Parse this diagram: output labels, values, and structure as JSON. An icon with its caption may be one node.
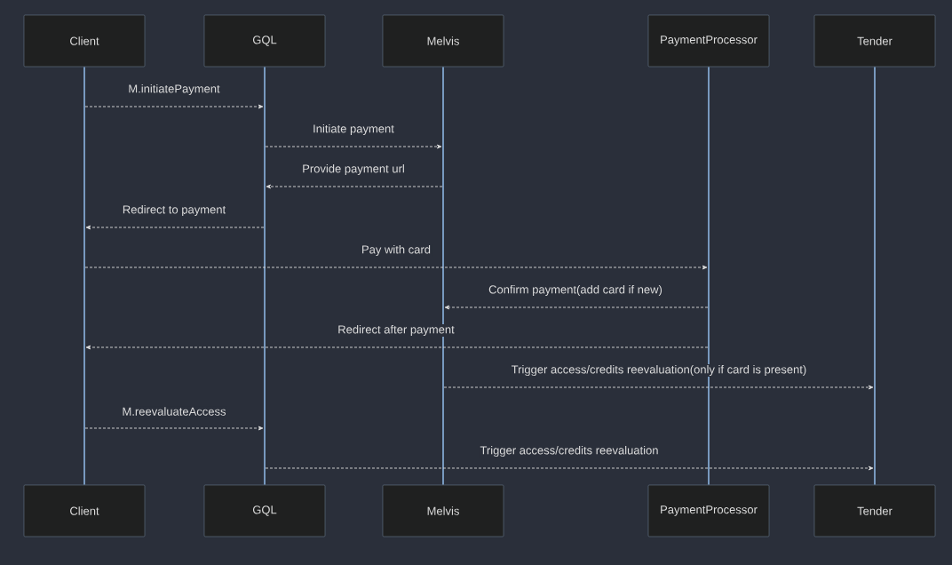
{
  "diagram": {
    "nodes": [
      {
        "text": [
          "Client"
        ]
      },
      {
        "text": [
          "GQL"
        ]
      },
      {
        "text": [
          "Melvis"
        ]
      },
      {
        "text": [
          "PaymentProcessor"
        ]
      },
      {
        "text": [
          "Tender"
        ]
      },
      {
        "text": [
          "Client"
        ]
      },
      {
        "text": [
          "GQL"
        ]
      },
      {
        "text": [
          "Melvis"
        ]
      },
      {
        "text": [
          "PaymentProcessor"
        ]
      },
      {
        "text": [
          "Tender"
        ]
      },
      {
        "text": [],
        "shape": "bar"
      },
      {
        "text": [],
        "shape": "bar"
      },
      {
        "text": [],
        "shape": "bar"
      },
      {
        "text": [],
        "shape": "bar"
      },
      {
        "text": [],
        "shape": "bar"
      }
    ],
    "edges": [
      {
        "from": 10,
        "to": 11,
        "arrow": "to",
        "label": "M.initiatePayment"
      },
      {
        "from": 11,
        "to": 12,
        "arrow": "to",
        "label": "Initiate payment"
      },
      {
        "from": 12,
        "to": 11,
        "arrow": "to",
        "label": "Provide payment url"
      },
      {
        "from": 11,
        "to": 10,
        "arrow": "to",
        "label": "Redirect to payment"
      },
      {
        "from": 10,
        "to": 13,
        "arrow": "to",
        "label": "Pay with card"
      },
      {
        "from": 13,
        "to": 12,
        "arrow": "to",
        "label": "Confirm payment(add card if new)"
      },
      {
        "from": 13,
        "to": 10,
        "arrow": "to",
        "label": "Redirect after payment"
      },
      {
        "from": 12,
        "to": 14,
        "arrow": "to",
        "label": "Trigger access/credits reevaluation(only if card is present)"
      },
      {
        "from": 10,
        "to": 11,
        "arrow": "to",
        "label": "M.reevaluateAccess"
      },
      {
        "from": 11,
        "to": 14,
        "arrow": "to",
        "label": "Trigger access/credits reevaluation"
      }
    ]
  }
}
